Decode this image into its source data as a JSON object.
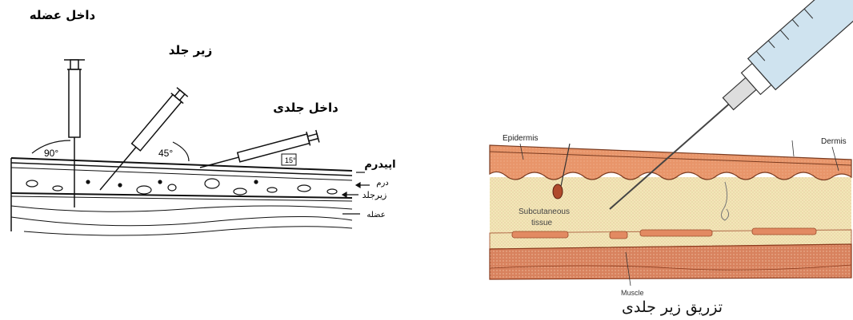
{
  "left_figure": {
    "labels": {
      "intramuscular": "داخل عضله",
      "subcutaneous": "زیر جلد",
      "intradermal": "داخل جلدی",
      "epidermis": "اپیدرم",
      "dermis": "درم",
      "subcut_layer": "زیرجلد",
      "muscle": "عضله"
    },
    "angles": {
      "im": "90°",
      "sc": "45°",
      "id": "15°"
    }
  },
  "right_figure": {
    "labels": {
      "epidermis": "Epidermis",
      "dermis": "Dermis",
      "subcutaneous_line1": "Subcutaneous",
      "subcutaneous_line2": "tissue",
      "muscle": "Muscle"
    },
    "caption": "تزریق زیر جلدی",
    "colors": {
      "skin": "#e8956a",
      "tissue": "#f3e6b8",
      "muscle": "#c9785c"
    }
  }
}
